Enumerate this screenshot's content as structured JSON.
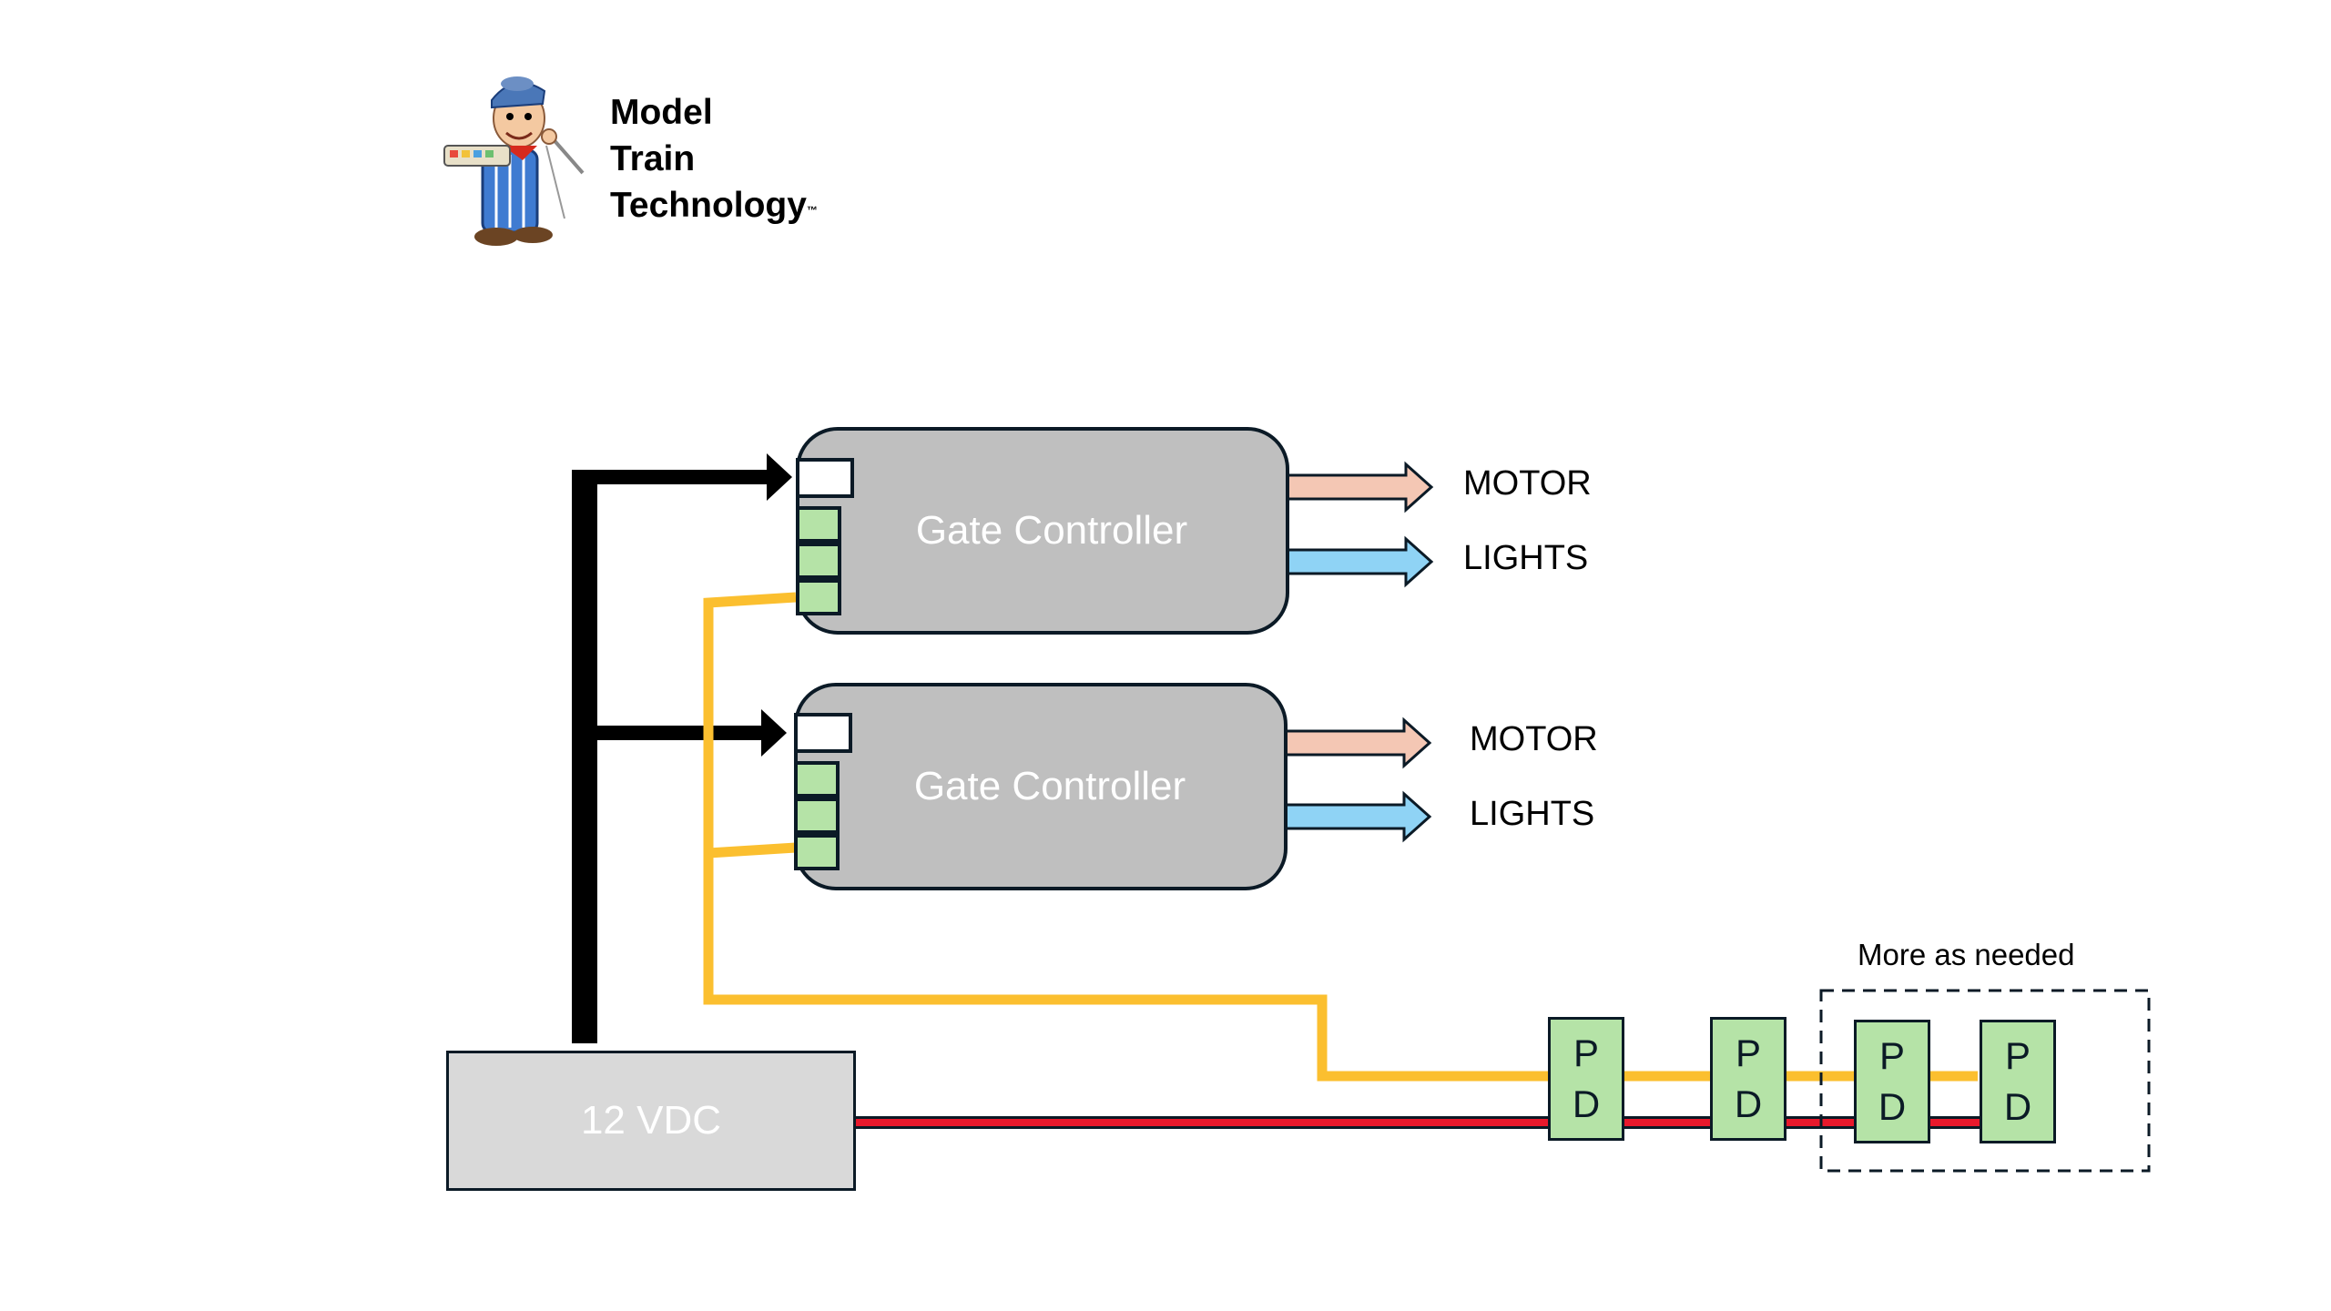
{
  "logo": {
    "line1": "Model",
    "line2": "Train",
    "line3": "Technology",
    "trademark": "™"
  },
  "controllers": [
    {
      "label": "Gate Controller",
      "out1": "MOTOR",
      "out2": "LIGHTS"
    },
    {
      "label": "Gate Controller",
      "out1": "MOTOR",
      "out2": "LIGHTS"
    }
  ],
  "power_supply": {
    "label": "12 VDC"
  },
  "detectors": [
    {
      "l1": "P",
      "l2": "D"
    },
    {
      "l1": "P",
      "l2": "D"
    },
    {
      "l1": "P",
      "l2": "D"
    },
    {
      "l1": "P",
      "l2": "D"
    }
  ],
  "more_label": "More as needed",
  "colors": {
    "controller_fill": "#bfbfbf",
    "port_green": "#b5e3a7",
    "signal_wire": "#fbbf2f",
    "power_wire": "#0b1a26",
    "positive_wire": "#e8192c",
    "motor_arrow": "#f4c7b4",
    "lights_arrow": "#8fd3f5"
  }
}
